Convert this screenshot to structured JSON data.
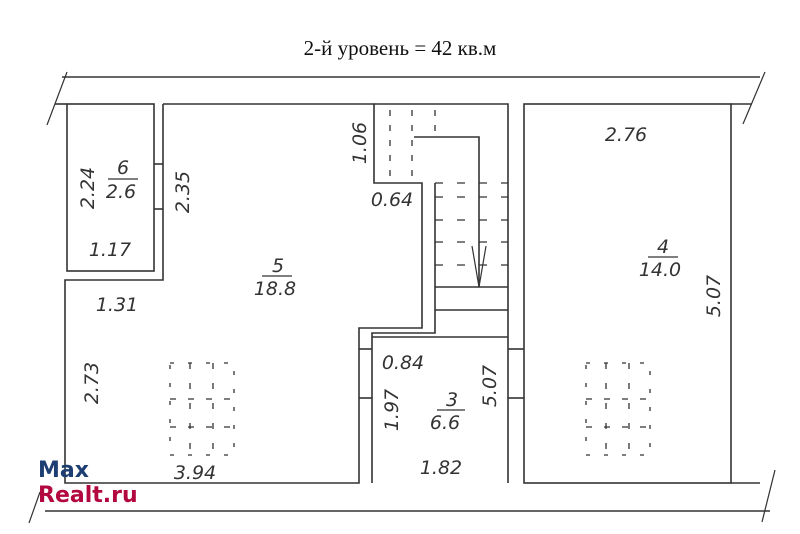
{
  "title": "2-й уровень = 42 кв.м",
  "rooms": [
    {
      "number": "6",
      "area": "2.6"
    },
    {
      "number": "5",
      "area": "18.8"
    },
    {
      "number": "4",
      "area": "14.0"
    },
    {
      "number": "3",
      "area": "6.6"
    }
  ],
  "dimensions": {
    "r6_height": "2.24",
    "r6_width": "1.17",
    "r5_wall_left": "2.35",
    "r5_top": "1.31",
    "r5_left": "2.73",
    "r5_bottom": "3.94",
    "stair_height": "1.06",
    "stair_width": "0.64",
    "r4_top": "2.76",
    "r4_right": "5.07",
    "r3_top": "0.84",
    "r3_left": "1.97",
    "r3_right": "5.07",
    "r3_bottom": "1.82"
  },
  "watermark": {
    "line1": "Max",
    "line2": "Realt.ru"
  },
  "colors": {
    "logo_max": "#1d3e72",
    "logo_realt": "#b3083f"
  }
}
